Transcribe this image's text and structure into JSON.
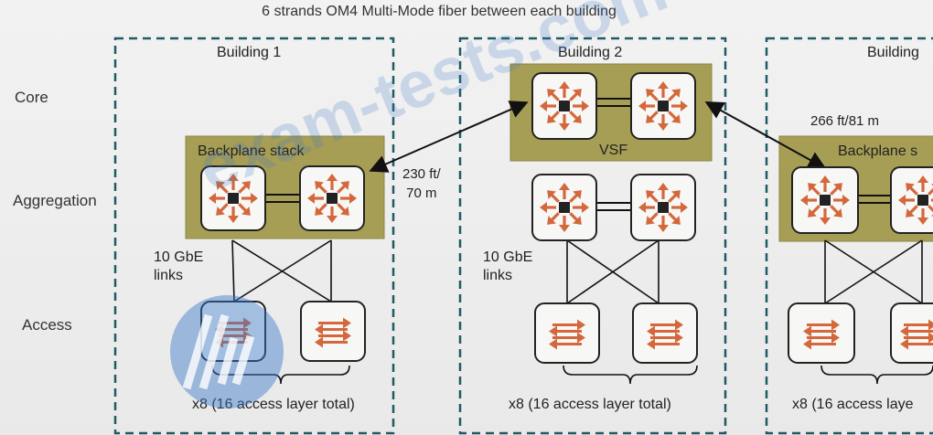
{
  "title": "6 strands OM4 Multi-Mode fiber between each building",
  "tiers": {
    "core": "Core",
    "aggregation": "Aggregation",
    "access": "Access"
  },
  "buildings": [
    {
      "name": "Building 1",
      "group_label": "Backplane stack",
      "links_label": "10 GbE\nlinks",
      "access_note": "x8 (16 access layer total)"
    },
    {
      "name": "Building 2",
      "group_label": "VSF",
      "links_label": "10 GbE\nlinks",
      "access_note": "x8 (16 access layer total)"
    },
    {
      "name": "Building",
      "group_label": "Backplane s",
      "access_note": "x8 (16 access laye"
    }
  ],
  "distances": {
    "b1_b2": "230 ft/\n70 m",
    "b2_b3": "266 ft/81 m"
  },
  "watermark": "exam-tests.com",
  "colors": {
    "group_fill": "#a79e56",
    "group_border": "#8d8540",
    "switch_icon": "#d4683c",
    "border_dash": "#1f5a66",
    "watermark": "#3a78c8"
  },
  "icons": {
    "aggregation_switch": "router-arrows-icon",
    "access_switch": "switch-arrows-icon"
  }
}
